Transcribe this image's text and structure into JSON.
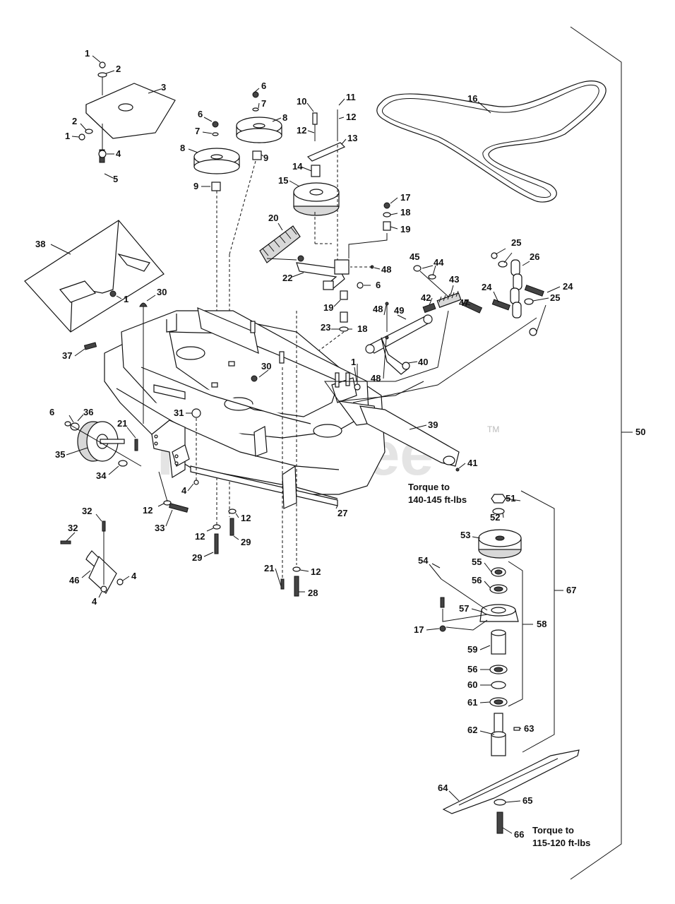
{
  "watermark": {
    "text": "PartsTree",
    "trademark": "TM"
  },
  "torque_notes": [
    {
      "line1": "Torque to",
      "line2": "140-145 ft-lbs"
    },
    {
      "line1": "Torque to",
      "line2": "115-120 ft-lbs"
    }
  ],
  "callouts": [
    "1",
    "2",
    "3",
    "4",
    "5",
    "6",
    "7",
    "8",
    "9",
    "10",
    "11",
    "12",
    "13",
    "14",
    "15",
    "16",
    "17",
    "18",
    "19",
    "20",
    "21",
    "22",
    "23",
    "24",
    "25",
    "26",
    "27",
    "28",
    "29",
    "30",
    "31",
    "32",
    "33",
    "34",
    "35",
    "36",
    "37",
    "38",
    "39",
    "40",
    "41",
    "42",
    "43",
    "44",
    "45",
    "46",
    "47",
    "48",
    "49",
    "50",
    "51",
    "52",
    "53",
    "54",
    "55",
    "56",
    "57",
    "58",
    "59",
    "60",
    "61",
    "62",
    "63",
    "64",
    "65",
    "66",
    "67"
  ]
}
